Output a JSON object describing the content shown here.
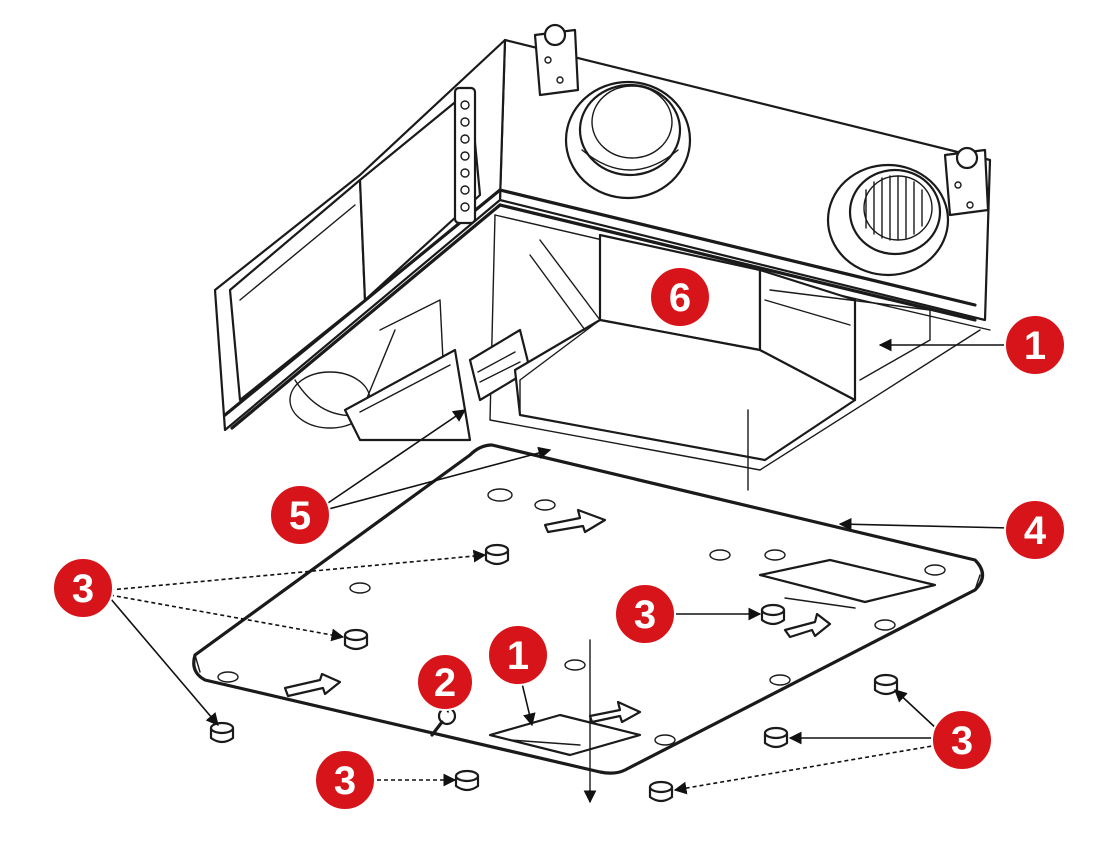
{
  "callouts": [
    {
      "id": "callout-6",
      "label": "6"
    },
    {
      "id": "callout-1-top",
      "label": "1"
    },
    {
      "id": "callout-5",
      "label": "5"
    },
    {
      "id": "callout-4",
      "label": "4"
    },
    {
      "id": "callout-3-left",
      "label": "3"
    },
    {
      "id": "callout-3-center",
      "label": "3"
    },
    {
      "id": "callout-2",
      "label": "2"
    },
    {
      "id": "callout-1-bottom",
      "label": "1"
    },
    {
      "id": "callout-3-right",
      "label": "3"
    },
    {
      "id": "callout-3-bottom",
      "label": "3"
    }
  ],
  "colors": {
    "badge": "#d7141a",
    "badge_text": "#ffffff",
    "line": "#1a1a1a"
  }
}
